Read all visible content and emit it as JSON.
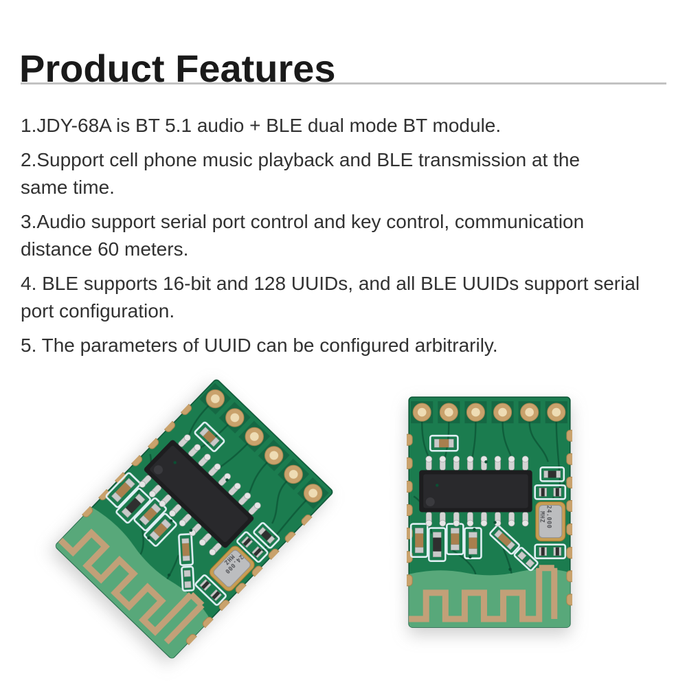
{
  "page": {
    "title": "Product Features"
  },
  "features": [
    "1.JDY-68A is BT 5.1 audio + BLE dual mode BT module.",
    "2.Support cell phone music playback and BLE transmission at the\nsame time.",
    "3.Audio support serial port control and key control, communication\ndistance 60 meters.",
    "4. BLE supports 16-bit and 128 UUIDs, and all BLE UUIDs support serial\nport configuration.",
    "5. The parameters of UUID can be configured arbitrarily."
  ],
  "module": {
    "crystal_line1": "24.000",
    "crystal_line2": "MHZ"
  },
  "colors": {
    "page-bg": "#ffffff",
    "title-text": "#1a1a1a",
    "body-text": "#313131",
    "divider": "#c2c2c2",
    "pcb-dark": "#1b7c4f",
    "pcb-light": "#58a87a",
    "copper": "#c9a26c",
    "copper-deep": "#a8854f",
    "copper-bore": "#eedcb4",
    "copper-ant": "#c2a078",
    "silk": "#e0eff4",
    "pin": "#d4d4d4",
    "ic": "#1d1d1f",
    "xtal-gold": "#c79d52",
    "xtal-silver": "#bcbdbf"
  }
}
